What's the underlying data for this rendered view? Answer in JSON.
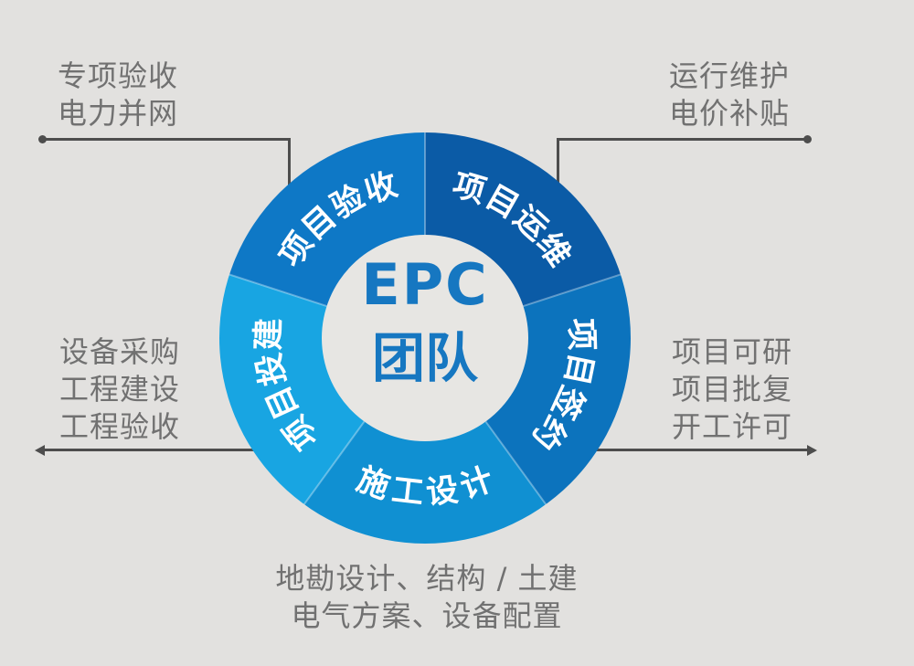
{
  "diagram": {
    "center": {
      "line1": "EPC",
      "line2": "团队"
    },
    "segments": [
      {
        "id": "project-operation",
        "label": "项目运维",
        "color": "#0b5ba6",
        "start": 0,
        "end": 72,
        "mid": 36,
        "reading": "cw"
      },
      {
        "id": "project-contracting",
        "label": "项目签约",
        "color": "#0c73bd",
        "start": 72,
        "end": 144,
        "mid": 108,
        "reading": "cw"
      },
      {
        "id": "construction-design",
        "label": "施工设计",
        "color": "#1090d2",
        "start": 144,
        "end": 216,
        "mid": 180,
        "reading": "ccw"
      },
      {
        "id": "project-investment",
        "label": "项目投建",
        "color": "#18a5e2",
        "start": 216,
        "end": 288,
        "mid": 252,
        "reading": "cw"
      },
      {
        "id": "project-acceptance",
        "label": "项目验收",
        "color": "#0e78c6",
        "start": 288,
        "end": 360,
        "mid": 324,
        "reading": "cw"
      }
    ],
    "annotations": {
      "top_left": {
        "lines": [
          "专项验收",
          "电力并网"
        ]
      },
      "top_right": {
        "lines": [
          "运行维护",
          "电价补贴"
        ]
      },
      "mid_left": {
        "lines": [
          "设备采购",
          "工程建设",
          "工程验收"
        ]
      },
      "mid_right": {
        "lines": [
          "项目可研",
          "项目批复",
          "开工许可"
        ]
      },
      "bottom": {
        "lines": [
          "地勘设计、结构 / 土建",
          "电气方案、设备配置"
        ]
      }
    },
    "colors": {
      "background": "#e2e1df",
      "inner_circle": "#e7e6e3",
      "center_text": "#1677c1",
      "segment_label_text": "#ffffff",
      "annotation_text": "#717171",
      "connector_line": "#4d4d4d"
    }
  }
}
